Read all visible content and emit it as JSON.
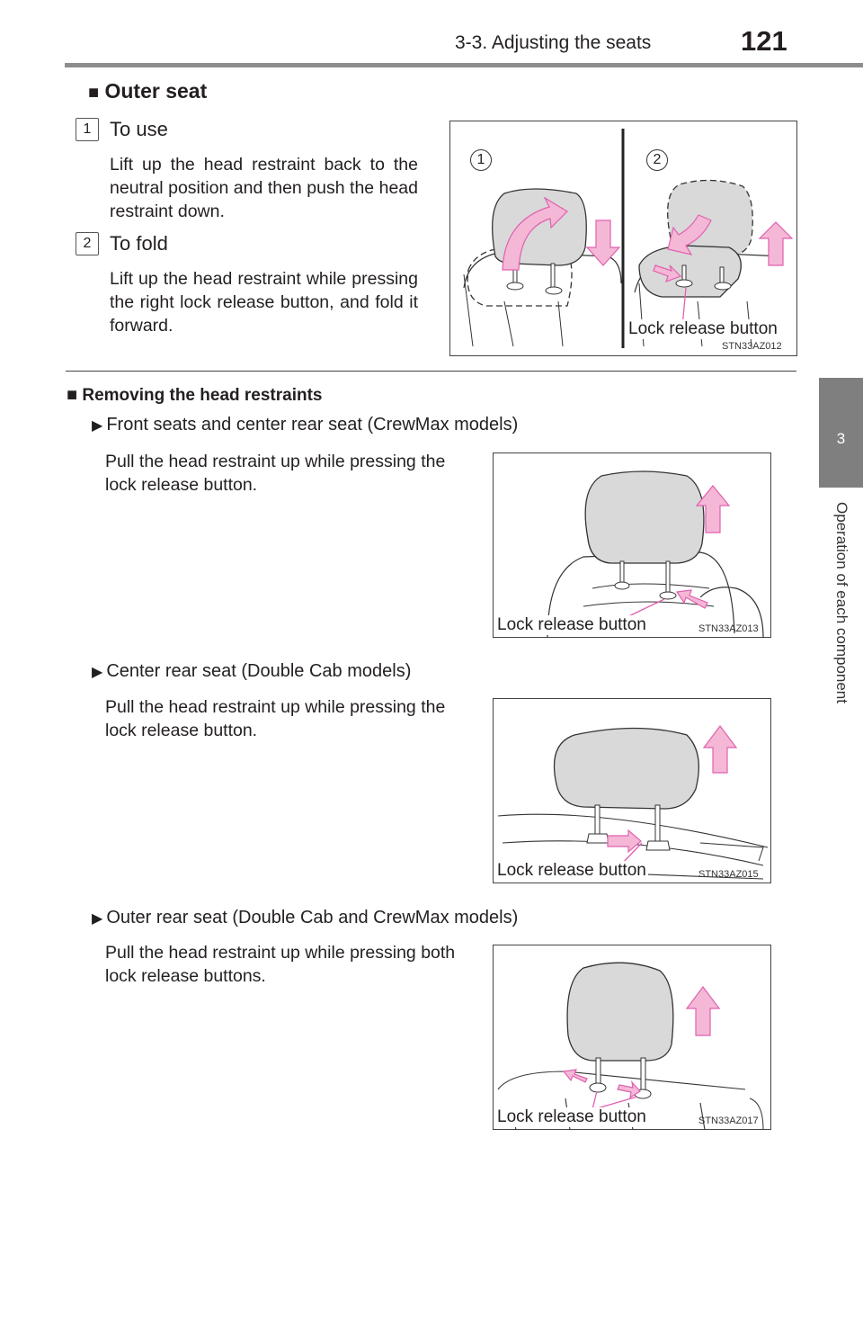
{
  "header": {
    "section": "3-3. Adjusting the seats",
    "page_number": "121"
  },
  "side_tab": {
    "chapter_number": "3",
    "chapter_title": "Operation of each component"
  },
  "outer_seat": {
    "title": "Outer seat",
    "bullet": "■",
    "step1": {
      "number": "1",
      "title": "To use",
      "text": "Lift up the head restraint back to the neutral position and then push the head restraint down."
    },
    "step2": {
      "number": "2",
      "title": "To fold",
      "text": "Lift up the head restraint while pressing the right lock release button, and fold it forward."
    },
    "figure": {
      "circle1": "1",
      "circle2": "2",
      "label": "Lock release button",
      "code": "STN33AZ012"
    }
  },
  "removing": {
    "title": "Removing the head restraints",
    "bullet": "■",
    "marker": "▶",
    "items": [
      {
        "heading": "Front seats and center rear seat (CrewMax models)",
        "text": "Pull the head restraint up while pressing the lock release button.",
        "fig_label": "Lock release button",
        "fig_code": "STN33AZ013"
      },
      {
        "heading": "Center rear seat (Double Cab models)",
        "text": "Pull the head restraint up while pressing the lock release button.",
        "fig_label": "Lock release button",
        "fig_code": "STN33AZ015"
      },
      {
        "heading": "Outer rear seat (Double Cab and CrewMax models)",
        "text": "Pull the head restraint up while pressing both lock release buttons.",
        "fig_label": "Lock release button",
        "fig_code": "STN33AZ017"
      }
    ]
  },
  "colors": {
    "restraint_fill": "#d9d9d9",
    "arrow_fill": "#f4b8d6",
    "arrow_stroke": "#e060b0",
    "tab_grey": "#7f7f7f"
  }
}
